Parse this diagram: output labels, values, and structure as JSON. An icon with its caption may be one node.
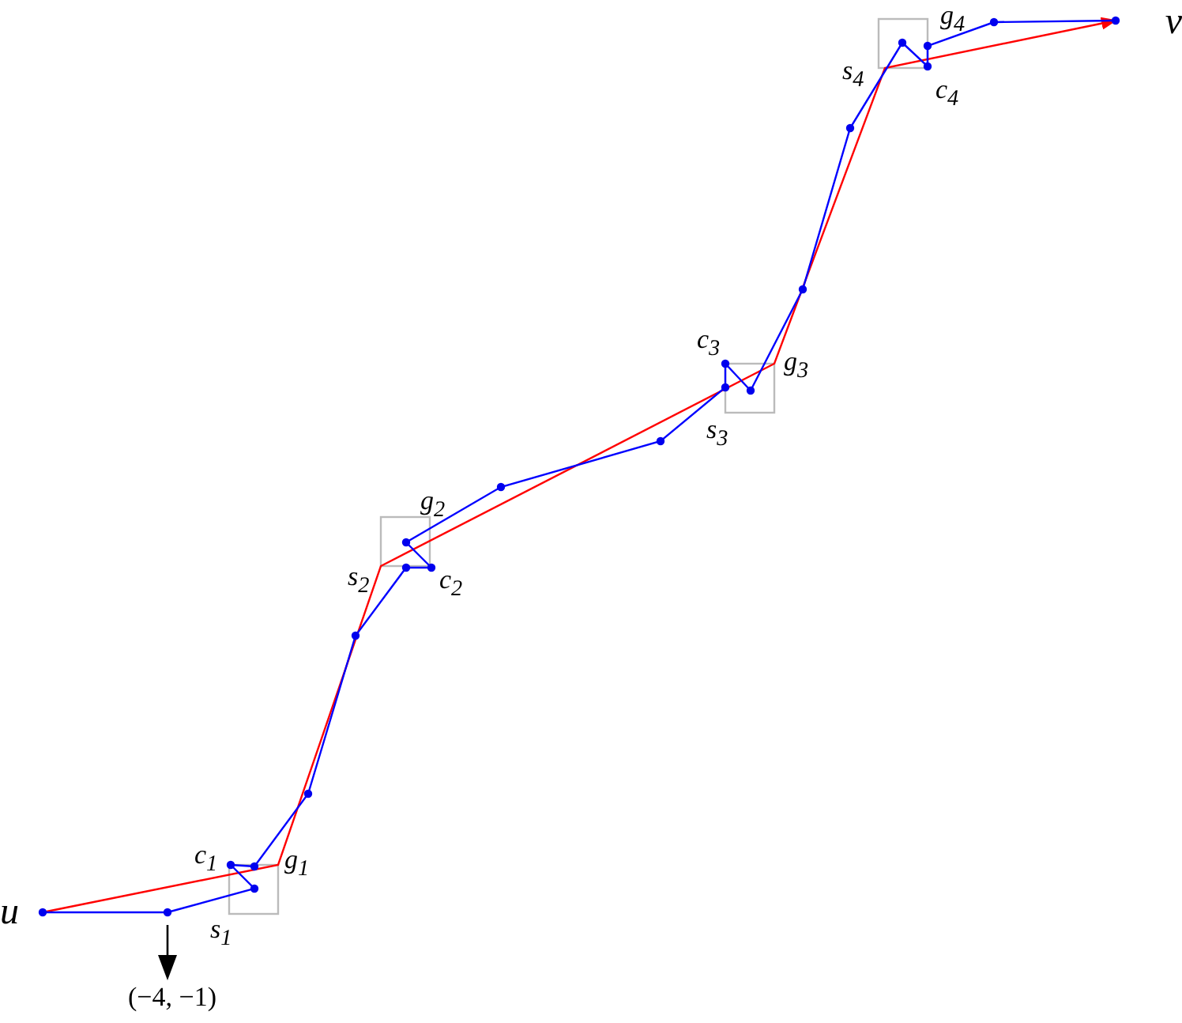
{
  "diagram": {
    "nodes": [
      {
        "text": [
          "u"
        ]
      },
      {
        "text": [
          "v"
        ]
      }
    ],
    "edges": [
      {
        "from": 0,
        "to": 1,
        "arrow": "to",
        "color": "#ff0000"
      },
      {
        "from": 0,
        "to": 1,
        "arrow": "none",
        "color": "#0000ff"
      }
    ],
    "labels": [
      "g$_{4}$",
      "s$_{4}$",
      "c$_{4}$",
      "c$_{3}$",
      "g$_{3}$",
      "s$_{3}$",
      "g$_{2}$",
      "s$_{2}$",
      "c$_{2}$",
      "c$_{1}$",
      "g$_{1}$",
      "s$_{1}$",
      "(−4, −1)"
    ]
  }
}
